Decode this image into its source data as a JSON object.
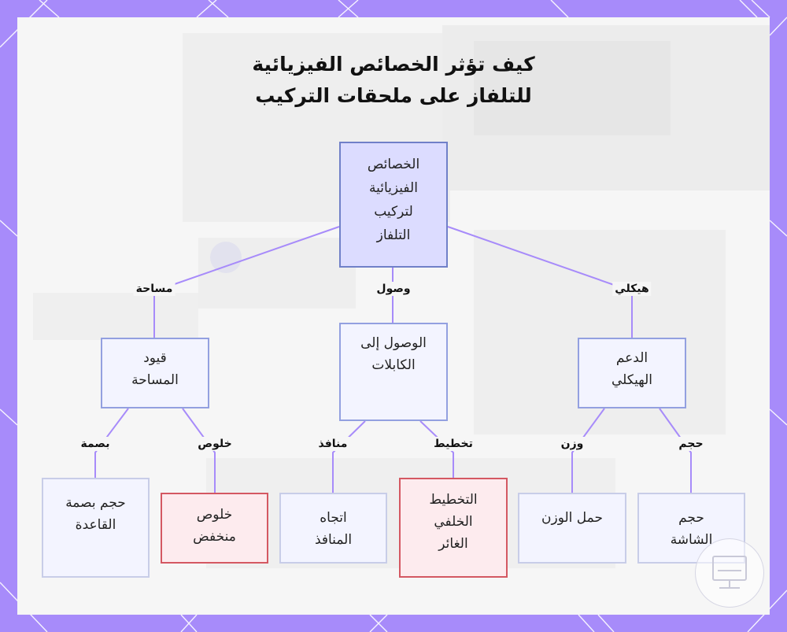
{
  "diagram": {
    "title_line1": "كيف تؤثر الخصائص الفيزيائية",
    "title_line2": "للتلفاز على ملحقات التركيب",
    "root": {
      "line1": "الخصائص",
      "line2": "الفيزيائية",
      "line3": "لتركيب",
      "line4": "التلفاز"
    },
    "edge_labels": {
      "area": "مساحة",
      "access": "وصول",
      "structural": "هيكلي",
      "footprint": "بصمة",
      "clearance": "خلوص",
      "ports": "منافذ",
      "layout": "تخطيط",
      "weight": "وزن",
      "size": "حجم"
    },
    "nodes": {
      "space_constraints": {
        "line1": "قيود",
        "line2": "المساحة"
      },
      "cable_access": {
        "line1": "الوصول إلى",
        "line2": "الكابلات"
      },
      "structural_support": {
        "line1": "الدعم",
        "line2": "الهيكلي"
      },
      "base_footprint": {
        "line1": "حجم بصمة",
        "line2": "القاعدة"
      },
      "low_clearance": {
        "line1": "خلوص",
        "line2": "منخفض"
      },
      "port_orientation": {
        "line1": "اتجاه",
        "line2": "المنافذ"
      },
      "recessed_layout": {
        "line1": "التخطيط",
        "line2": "الخلفي",
        "line3": "الغائر"
      },
      "weight_load": {
        "line1": "حمل الوزن"
      },
      "screen_size": {
        "line1": "حجم",
        "line2": "الشاشة"
      }
    },
    "colors": {
      "frame": "#a78bfa",
      "edge": "#a78bfa",
      "root_fill": "#dcdcff",
      "node_fill": "#f3f4ff",
      "alert_fill": "#fdebee",
      "alert_border": "#d45862"
    },
    "logo_icon": "tv-mount-logo-icon"
  }
}
